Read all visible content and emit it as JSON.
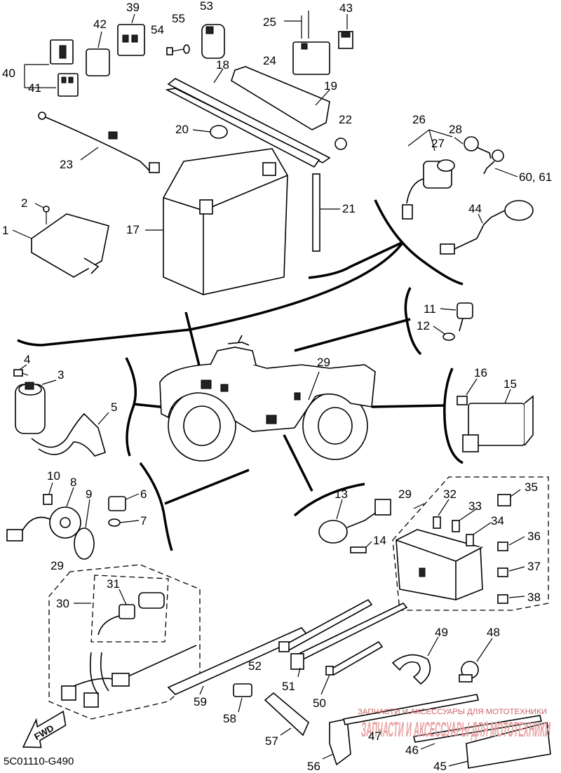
{
  "diagram": {
    "code": "5C01110-G490",
    "fwd_label": "FWD",
    "watermark_text": "ЗАПЧАСТИ И АКСЕССУАРЫ ДЛЯ МОТОТЕХНИКИ",
    "watermark_logo": "ЗАПЧАСТИ И АКСЕССУАРЫ ДЛЯ МОТОТЕХНИКИ",
    "labels": {
      "p1": "1",
      "p2": "2",
      "p3": "3",
      "p4": "4",
      "p5": "5",
      "p6": "6",
      "p7": "7",
      "p8": "8",
      "p9": "9",
      "p10": "10",
      "p11": "11",
      "p12": "12",
      "p13": "13",
      "p14": "14",
      "p15": "15",
      "p16": "16",
      "p17": "17",
      "p18": "18",
      "p19": "19",
      "p20": "20",
      "p21": "21",
      "p22": "22",
      "p23": "23",
      "p24": "24",
      "p25": "25",
      "p26": "26",
      "p27": "27",
      "p28": "28",
      "p29a": "29",
      "p29b": "29",
      "p29c": "29",
      "p30": "30",
      "p31": "31",
      "p32": "32",
      "p33": "33",
      "p34": "34",
      "p35": "35",
      "p36": "36",
      "p37": "37",
      "p38": "38",
      "p39": "39",
      "p40": "40",
      "p41": "41",
      "p42": "42",
      "p43": "43",
      "p44": "44",
      "p45": "45",
      "p46": "46",
      "p47": "47",
      "p48": "48",
      "p49": "49",
      "p50": "50",
      "p51": "51",
      "p52": "52",
      "p53": "53",
      "p54": "54",
      "p55": "55",
      "p56": "56",
      "p57": "57",
      "p58": "58",
      "p59": "59",
      "p6061": "60, 61"
    }
  }
}
